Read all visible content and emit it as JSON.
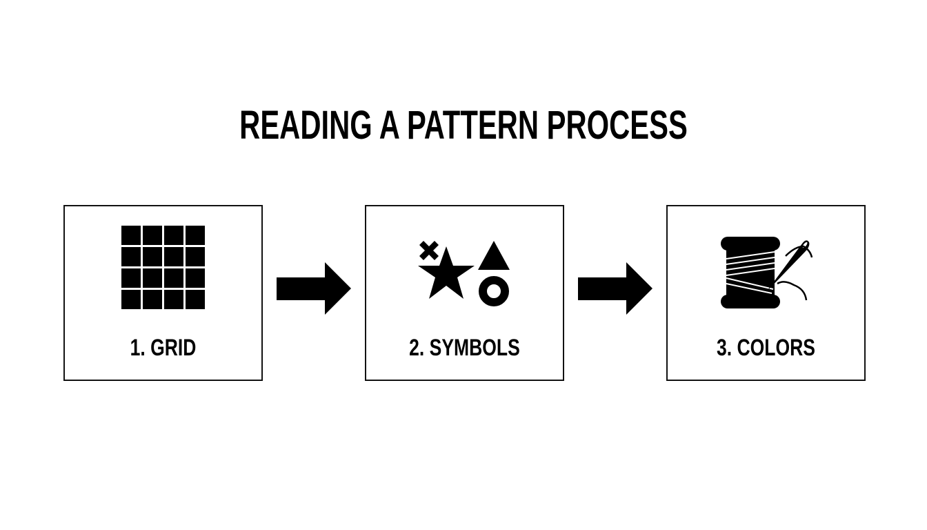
{
  "title": "READING A PATTERN PROCESS",
  "steps": [
    {
      "number": 1,
      "label": "1. GRID",
      "icon": "grid-icon"
    },
    {
      "number": 2,
      "label": "2. SYMBOLS",
      "icon": "symbols-icon"
    },
    {
      "number": 3,
      "label": "3. COLORS",
      "icon": "thread-spool-needle-icon"
    }
  ],
  "connectors": [
    "arrow-right-icon",
    "arrow-right-icon"
  ],
  "colors": {
    "foreground": "#000000",
    "background": "#ffffff"
  }
}
